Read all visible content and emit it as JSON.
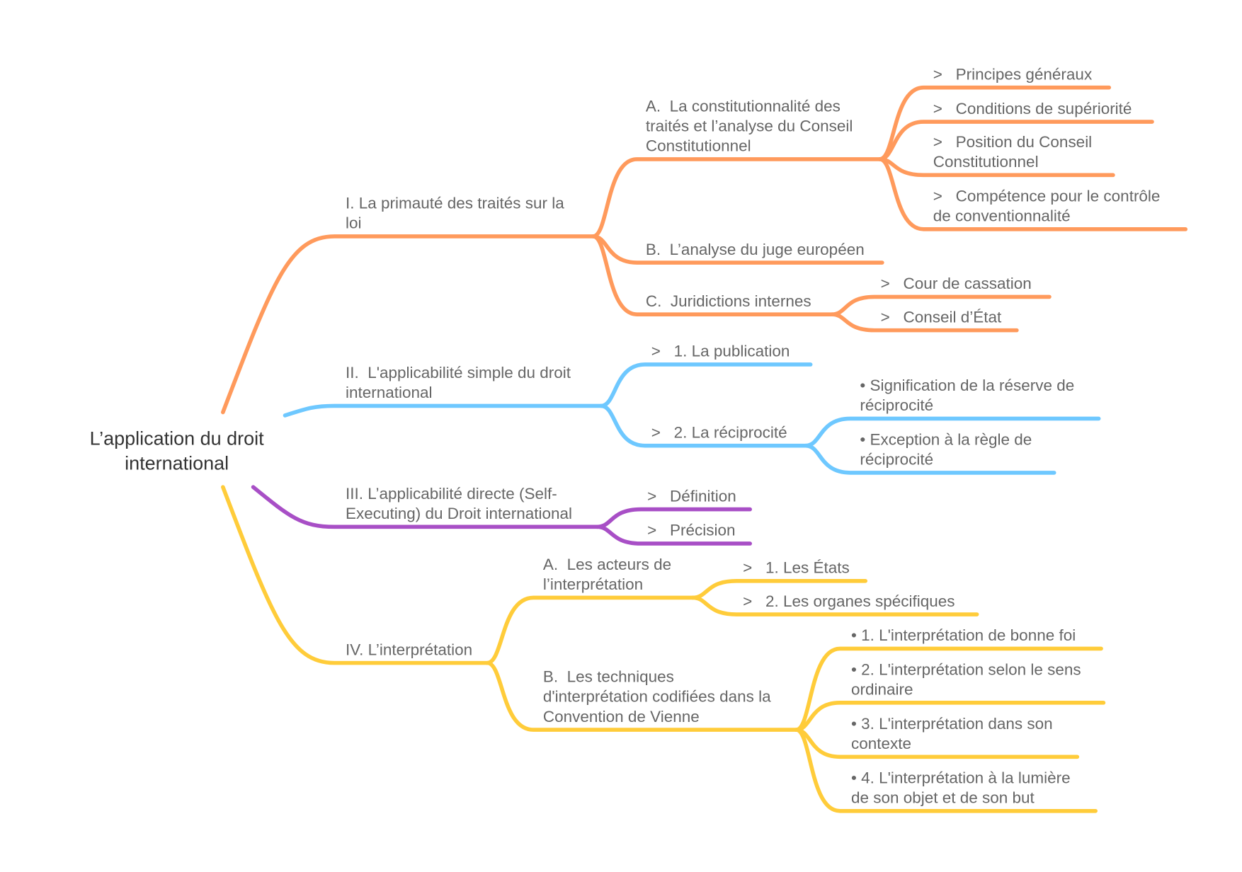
{
  "root": "L’application du droit\ninternational",
  "colors": {
    "orange": "#FF9A5C",
    "blue": "#6EC8FF",
    "purple": "#A84FC6",
    "yellow": "#FFCC3A",
    "text": "#666666"
  },
  "branches": {
    "i": {
      "label": "I. La primauté des traités sur la\nloi",
      "a": {
        "label": "A.  La constitutionnalité des\ntraités et l’analyse du Conseil\nConstitutionnel",
        "items": [
          ">   Principes généraux",
          ">   Conditions de supériorité",
          ">   Position du Conseil\nConstitutionnel",
          ">   Compétence pour le contrôle\nde conventionnalité"
        ]
      },
      "b": {
        "label": "B.  L’analyse du juge européen"
      },
      "c": {
        "label": "C.  Juridictions internes",
        "items": [
          ">   Cour de cassation",
          ">   Conseil d’État"
        ]
      }
    },
    "ii": {
      "label": "II.  L'applicabilité simple du droit\ninternational",
      "p1": {
        "label": ">   1. La publication"
      },
      "p2": {
        "label": ">   2. La réciprocité",
        "items": [
          "• Signification de la réserve de\nréciprocité",
          "• Exception à la règle de\nréciprocité"
        ]
      }
    },
    "iii": {
      "label": "III. L’applicabilité directe (Self-\nExecuting) du Droit international",
      "items": [
        ">   Définition",
        ">   Précision"
      ]
    },
    "iv": {
      "label": "IV. L’interprétation",
      "a": {
        "label": "A.  Les acteurs de\nl’interprétation",
        "items": [
          ">   1. Les États",
          ">   2. Les organes spécifiques"
        ]
      },
      "b": {
        "label": "B.  Les techniques\nd'interprétation codifiées dans la\nConvention de Vienne",
        "items": [
          "• 1. L'interprétation de bonne foi",
          "• 2. L'interprétation selon le sens\nordinaire",
          "• 3. L'interprétation dans son\ncontexte",
          "• 4. L'interprétation à la lumière\nde son objet et de son but"
        ]
      }
    }
  }
}
